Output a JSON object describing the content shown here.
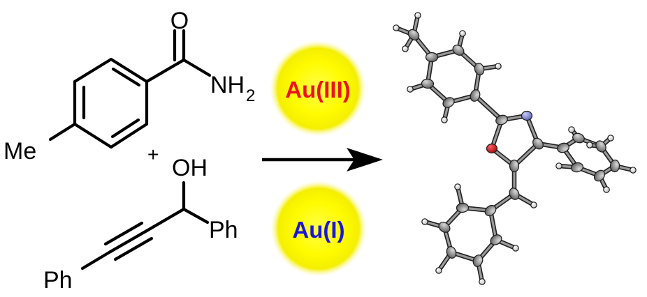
{
  "reactant_amide": {
    "oxygen": "O",
    "amine": "NH",
    "amine_subscript": "2",
    "methyl": "Me"
  },
  "plus_sign": "+",
  "reactant_alcohol": {
    "hydroxyl": "OH",
    "phenyl_right": "Ph",
    "phenyl_left": "Ph"
  },
  "catalysts": [
    {
      "label": "Au(III)",
      "color": "#e8141e"
    },
    {
      "label": "Au(I)",
      "color": "#1b17d8"
    }
  ],
  "colors": {
    "bond": "#000000",
    "arrow": "#000000",
    "catalyst_sphere": "#ffff00",
    "atom_carbon": "#8c8c8c",
    "atom_hydrogen": "#ffffff",
    "atom_nitrogen": "#8a8fd8",
    "atom_oxygen": "#d01818"
  }
}
